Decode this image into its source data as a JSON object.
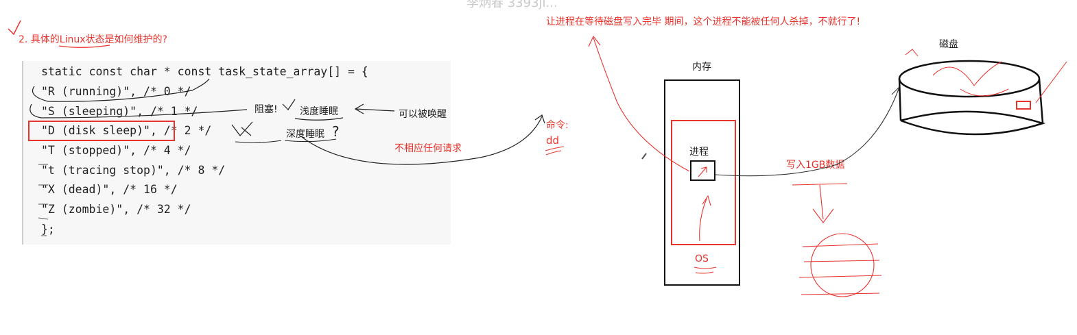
{
  "top_text": "李炳春 3393jl...",
  "heading": "2. 具体的Linux状态是如何维护的?",
  "code_lines": [
    "static const char * const task_state_array[] = {",
    "\"R (running)\", /* 0 */",
    "\"S (sleeping)\", /* 1 */",
    "\"D (disk sleep)\", /* 2 */",
    "\"T (stopped)\", /* 4 */",
    "\"t (tracing stop)\", /* 8 */",
    "\"X (dead)\", /* 16 */",
    "\"Z (zombie)\", /* 32 */",
    "};"
  ],
  "notes": {
    "blocked": "阻塞!",
    "shallow_sleep": "浅度睡眠",
    "can_wake": "可以被唤醒",
    "deep_sleep": "深度睡眠",
    "question": "?",
    "no_response": "不相应任何请求",
    "command_label": "命令:",
    "command_value": "dd"
  },
  "right": {
    "title_note": "让进程在等待磁盘写入完毕 期间，这个进程不能被任何人杀掉，不就行了!",
    "memory_label": "内存",
    "process_label": "进程",
    "os_label": "OS",
    "disk_label": "磁盘",
    "write_label": "写入1GB数据"
  },
  "colors": {
    "annotation": "#e8322c",
    "ink": "#111111",
    "code_bg": "#f7f7f7"
  }
}
